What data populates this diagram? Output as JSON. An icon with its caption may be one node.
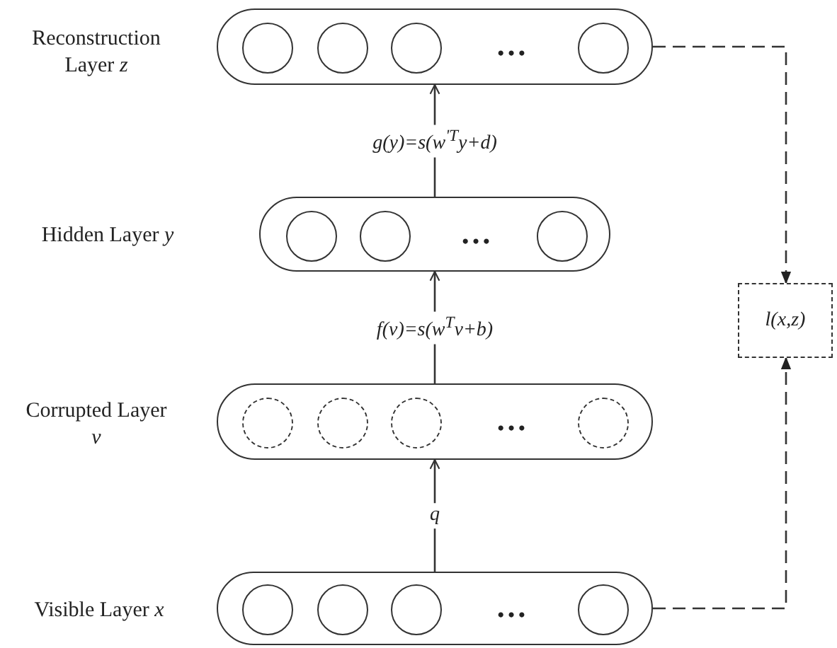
{
  "diagram": {
    "nodes": [
      {
        "text": [
          "…"
        ],
        "beside": [
          "Reconstruction Layer *z*"
        ]
      },
      {
        "text": [],
        "shape": "circle",
        "in": 0
      },
      {
        "text": [],
        "shape": "circle",
        "in": 0
      },
      {
        "text": [],
        "shape": "circle",
        "in": 0
      },
      {
        "text": [],
        "shape": "circle",
        "in": 0
      },
      {
        "text": [
          "…"
        ],
        "beside": [
          "Hidden Layer *y*"
        ]
      },
      {
        "text": [],
        "shape": "circle",
        "in": 5
      },
      {
        "text": [],
        "shape": "circle",
        "in": 5
      },
      {
        "text": [],
        "shape": "circle",
        "in": 5
      },
      {
        "text": [
          "…"
        ],
        "beside": [
          "Corrupted Layer *v*"
        ]
      },
      {
        "text": [],
        "shape": "circle",
        "in": 9
      },
      {
        "text": [],
        "shape": "circle",
        "in": 9
      },
      {
        "text": [],
        "shape": "circle",
        "in": 9
      },
      {
        "text": [],
        "shape": "circle",
        "in": 9
      },
      {
        "text": [
          "…"
        ],
        "beside": [
          "Visible Layer *x*"
        ]
      },
      {
        "text": [],
        "shape": "circle",
        "in": 14
      },
      {
        "text": [],
        "shape": "circle",
        "in": 14
      },
      {
        "text": [],
        "shape": "circle",
        "in": 14
      },
      {
        "text": [],
        "shape": "circle",
        "in": 14
      },
      {
        "text": [
          "l(x,z)"
        ]
      }
    ],
    "edges": [
      {
        "from": 14,
        "to": 9,
        "arrow": "to",
        "label": "q"
      },
      {
        "from": 9,
        "to": 5,
        "arrow": "to",
        "label": "f(v)=s(w$^{T}$v+b)"
      },
      {
        "from": 5,
        "to": 0,
        "arrow": "to",
        "label": "g(y)=s(w$^{'T}$y+d)"
      },
      {
        "from": 0,
        "to": 19,
        "arrow": "to",
        "style": "dashed"
      },
      {
        "from": 14,
        "to": 19,
        "arrow": "to",
        "style": "dashed"
      }
    ]
  }
}
